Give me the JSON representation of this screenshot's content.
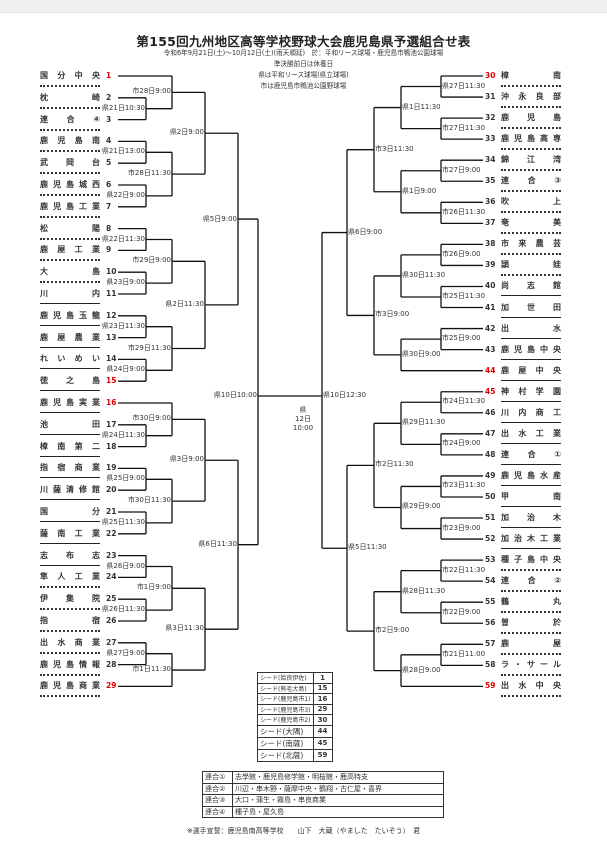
{
  "header": {
    "title": "第155回九州地区高等学校野球大会鹿児島県予選組合せ表",
    "period": "令和6年9月21日(土)～10月12日(土)(雨天順延)　於：平和リース球場・鹿児島市鴨池公園球場",
    "rest_note": "準決勝前日は休養日",
    "venue_ken": "県は平和リース球場(県立球場)",
    "venue_shi": "市は鹿児島市鴨池公園野球場"
  },
  "teams": [
    {
      "no": "1",
      "name": "国分中央",
      "seed": true
    },
    {
      "no": "2",
      "name": "枕崎",
      "seed": false
    },
    {
      "no": "3",
      "name": "連合④",
      "seed": false
    },
    {
      "no": "4",
      "name": "鹿児島南",
      "seed": false
    },
    {
      "no": "5",
      "name": "武岡台",
      "seed": false
    },
    {
      "no": "6",
      "name": "鹿児島城西",
      "seed": false
    },
    {
      "no": "7",
      "name": "鹿児島工業",
      "seed": false
    },
    {
      "no": "8",
      "name": "松陽",
      "seed": false
    },
    {
      "no": "9",
      "name": "鹿屋工業",
      "seed": false
    },
    {
      "no": "10",
      "name": "大島",
      "seed": false
    },
    {
      "no": "11",
      "name": "川内",
      "seed": false
    },
    {
      "no": "12",
      "name": "鹿児島玉龍",
      "seed": false
    },
    {
      "no": "13",
      "name": "鹿屋農業",
      "seed": false
    },
    {
      "no": "14",
      "name": "れいめい",
      "seed": false
    },
    {
      "no": "15",
      "name": "徳之島",
      "seed": true
    },
    {
      "no": "16",
      "name": "鹿児島実業",
      "seed": true
    },
    {
      "no": "17",
      "name": "池田",
      "seed": false
    },
    {
      "no": "18",
      "name": "樟南第二",
      "seed": false
    },
    {
      "no": "19",
      "name": "指宿商業",
      "seed": false
    },
    {
      "no": "20",
      "name": "川薩清修館",
      "seed": false
    },
    {
      "no": "21",
      "name": "国分",
      "seed": false
    },
    {
      "no": "22",
      "name": "薩南工業",
      "seed": false
    },
    {
      "no": "23",
      "name": "志布志",
      "seed": false
    },
    {
      "no": "24",
      "name": "隼人工業",
      "seed": false
    },
    {
      "no": "25",
      "name": "伊集院",
      "seed": false
    },
    {
      "no": "26",
      "name": "指宿",
      "seed": false
    },
    {
      "no": "27",
      "name": "出水商業",
      "seed": false
    },
    {
      "no": "28",
      "name": "鹿児島情報",
      "seed": false
    },
    {
      "no": "29",
      "name": "鹿児島商業",
      "seed": true
    },
    {
      "no": "30",
      "name": "樟南",
      "seed": true
    },
    {
      "no": "31",
      "name": "沖永良部",
      "seed": false
    },
    {
      "no": "32",
      "name": "鹿児島",
      "seed": false
    },
    {
      "no": "33",
      "name": "鹿児島高専",
      "seed": false
    },
    {
      "no": "34",
      "name": "錦江湾",
      "seed": false
    },
    {
      "no": "35",
      "name": "連合③",
      "seed": false
    },
    {
      "no": "36",
      "name": "吹上",
      "seed": false
    },
    {
      "no": "37",
      "name": "奄美",
      "seed": false
    },
    {
      "no": "38",
      "name": "市来農芸",
      "seed": false
    },
    {
      "no": "39",
      "name": "頴娃",
      "seed": false
    },
    {
      "no": "40",
      "name": "尚志館",
      "seed": false
    },
    {
      "no": "41",
      "name": "加世田",
      "seed": false
    },
    {
      "no": "42",
      "name": "出水",
      "seed": false
    },
    {
      "no": "43",
      "name": "鹿児島中央",
      "seed": false
    },
    {
      "no": "44",
      "name": "鹿屋中央",
      "seed": true
    },
    {
      "no": "45",
      "name": "神村学園",
      "seed": true
    },
    {
      "no": "46",
      "name": "川内商工",
      "seed": false
    },
    {
      "no": "47",
      "name": "出水工業",
      "seed": false
    },
    {
      "no": "48",
      "name": "連合①",
      "seed": false
    },
    {
      "no": "49",
      "name": "鹿児島水産",
      "seed": false
    },
    {
      "no": "50",
      "name": "甲南",
      "seed": false
    },
    {
      "no": "51",
      "name": "加治木",
      "seed": false
    },
    {
      "no": "52",
      "name": "加治木工業",
      "seed": false
    },
    {
      "no": "53",
      "name": "種子島中央",
      "seed": false
    },
    {
      "no": "54",
      "name": "連合②",
      "seed": false
    },
    {
      "no": "55",
      "name": "鶴丸",
      "seed": false
    },
    {
      "no": "56",
      "name": "曽於",
      "seed": false
    },
    {
      "no": "57",
      "name": "鹿屋",
      "seed": false
    },
    {
      "no": "58",
      "name": "ラ・サール",
      "seed": false
    },
    {
      "no": "59",
      "name": "出水中央",
      "seed": true
    }
  ],
  "games": {
    "L_r1": [
      "県21日10:30",
      "県21日13:00",
      "県22日9:00",
      "県22日11:30",
      "県23日9:00",
      "県23日11:30",
      "県24日9:00",
      "県24日11:30",
      "県25日9:00",
      "県25日11:30",
      "県26日9:00",
      "県26日11:30",
      "県27日9:00"
    ],
    "L_r2": [
      "市28日9:00",
      "市28日11:30",
      "市29日9:00",
      "市29日11:30",
      "市30日9:00",
      "市30日11:30",
      "市1日9:00",
      "市1日11:30"
    ],
    "L_r3": [
      "県2日9:00",
      "県2日11:30",
      "県3日9:00",
      "県3日11:30"
    ],
    "L_r4": [
      "県5日9:00",
      "県6日11:30"
    ],
    "L_semi": "県10日10:00",
    "R_r1": [
      "県27日11:30",
      "市27日11:30",
      "市27日9:00",
      "市26日11:30",
      "市26日9:00",
      "市25日11:30",
      "市25日9:00",
      "市24日11:30",
      "市24日9:00",
      "市23日11:30",
      "市23日9:00",
      "市22日11:30",
      "市22日9:00",
      "市21日11:00"
    ],
    "R_r2": [
      "県1日11:30",
      "県1日9:00",
      "県30日11:30",
      "県30日9:00",
      "県29日11:30",
      "県29日9:00",
      "県28日11:30",
      "県28日9:00"
    ],
    "R_r3": [
      "市3日11:30",
      "市3日9:00",
      "市2日11:30",
      "市2日9:00"
    ],
    "R_r4": [
      "県6日9:00",
      "県5日11:30"
    ],
    "R_semi": "県10日12:30",
    "final": [
      "県",
      "12日",
      "10:00"
    ]
  },
  "seed_table": [
    {
      "label": "シード(姶良伊佐)",
      "no": "1"
    },
    {
      "label": "シード(熊毛大島)",
      "no": "15"
    },
    {
      "label": "シード(鹿児島市1)",
      "no": "16"
    },
    {
      "label": "シード(鹿児島市3)",
      "no": "29"
    },
    {
      "label": "シード(鹿児島市2)",
      "no": "30"
    },
    {
      "label": "シード(大隅)",
      "no": "44"
    },
    {
      "label": "シード(南薩)",
      "no": "45"
    },
    {
      "label": "シード(北薩)",
      "no": "59"
    }
  ],
  "rengo_table": [
    {
      "key": "連合①",
      "value": "志學館・鹿児島修学館・明桜館・鹿高特支"
    },
    {
      "key": "連合②",
      "value": "川辺・串木野・薩摩中央・鶴翔・古仁屋・喜界"
    },
    {
      "key": "連合③",
      "value": "大口・蒲生・霧島・串良商業"
    },
    {
      "key": "連合④",
      "value": "種子島・屋久島"
    }
  ],
  "footer": "※選手宣誓：鹿児島南高等学校　　山下　大蔵（やました　たいぞう）　君",
  "colors": {
    "seed_red": "#e00000",
    "line": "#111111"
  }
}
